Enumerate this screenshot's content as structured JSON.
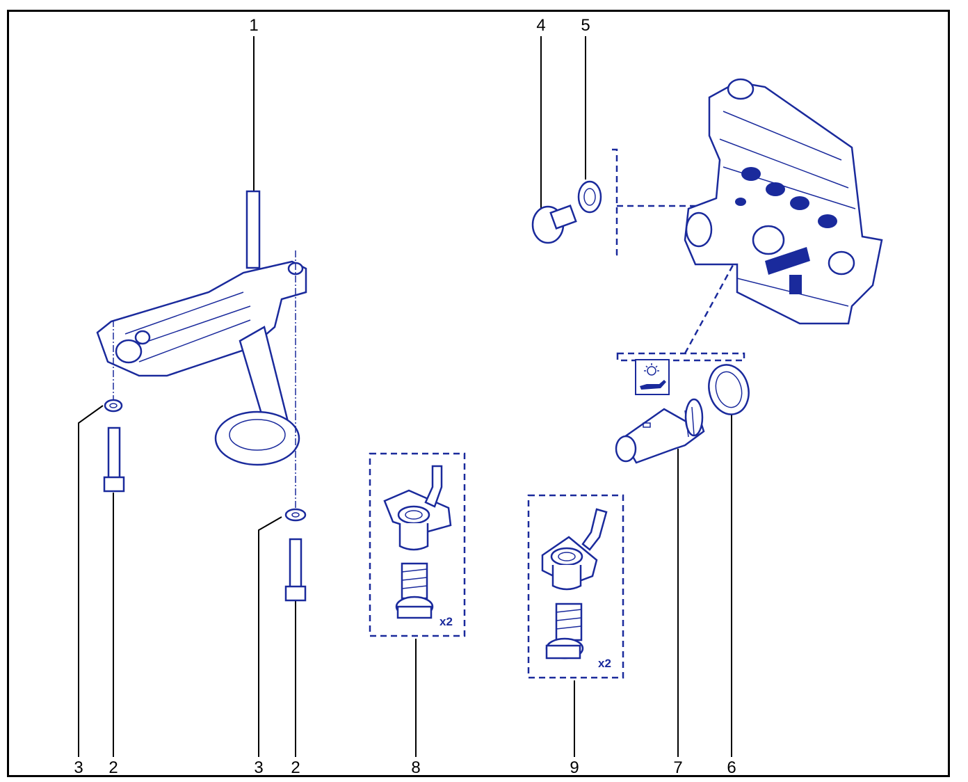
{
  "callouts": {
    "c1": "1",
    "c4": "4",
    "c5": "5",
    "c3a": "3",
    "c2a": "2",
    "c3b": "3",
    "c2b": "2",
    "c8": "8",
    "c9": "9",
    "c7": "7",
    "c6": "6"
  },
  "quantities": {
    "q8": "x2",
    "q9": "x2"
  },
  "colors": {
    "line_art": "#1a2a9c",
    "leader_lines": "#000000",
    "frame": "#000000"
  },
  "icons": {
    "warning_symbol": "oil-pressure-warning-icon"
  }
}
